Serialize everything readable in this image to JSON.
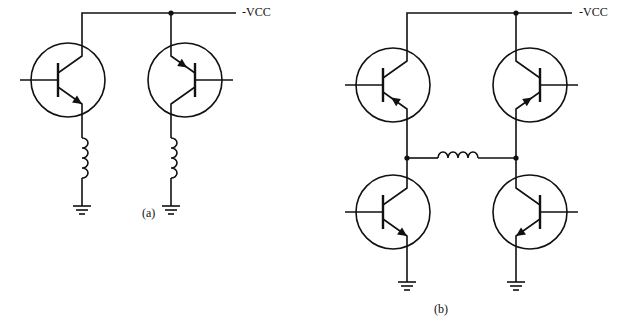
{
  "diagram": {
    "labels": [
      "-VCC",
      "(a)",
      "-VCC",
      "(b)"
    ]
  }
}
